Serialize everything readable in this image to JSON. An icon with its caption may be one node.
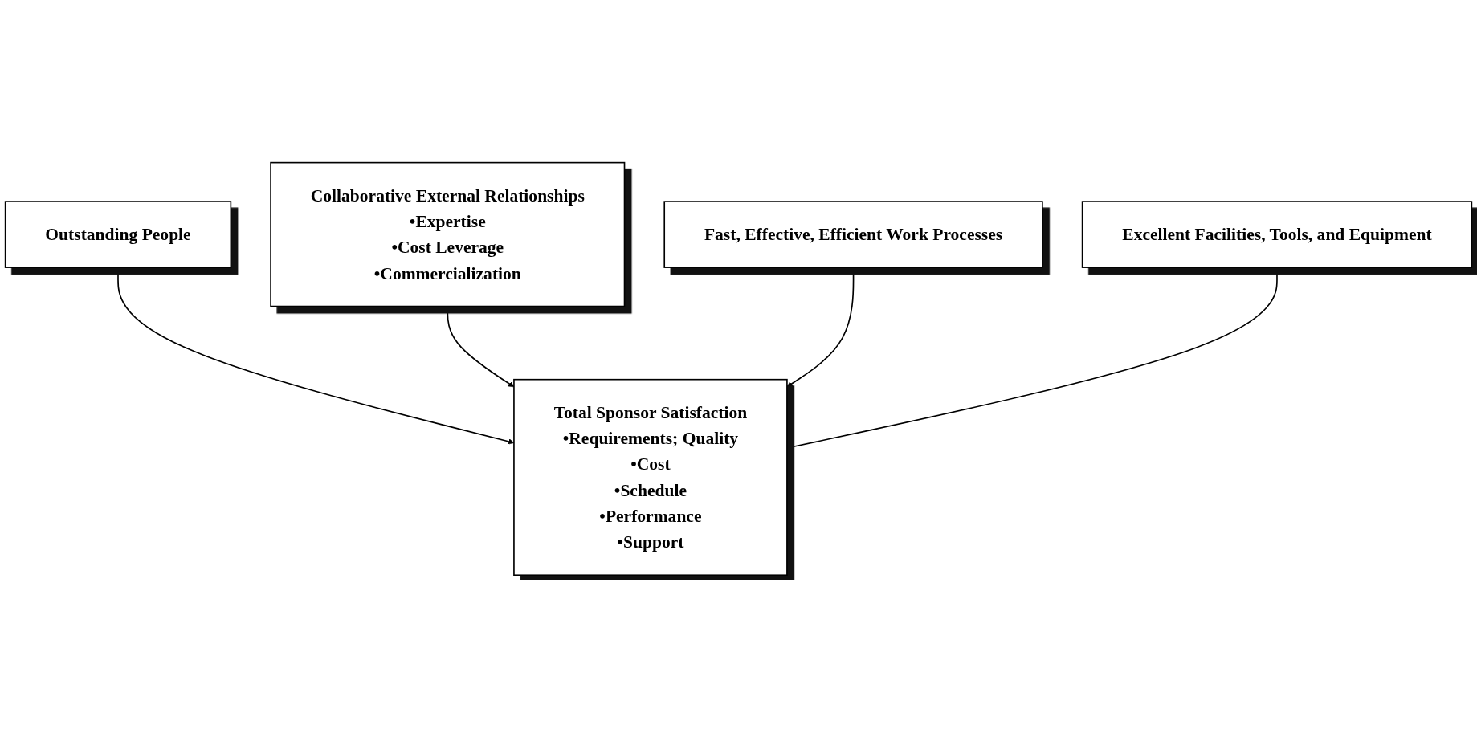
{
  "diagram": {
    "nodes": [
      {
        "text": [
          "Outstanding People"
        ]
      },
      {
        "text": [
          "Collaborative External Relationships",
          "•Expertise",
          "•Cost Leverage",
          "•Commercialization"
        ]
      },
      {
        "text": [
          "Total Sponsor Satisfaction",
          "•Requirements; Quality",
          "•Cost",
          "•Schedule",
          "•Performance",
          "•Support"
        ]
      },
      {
        "text": [
          "Fast, Effective, Efficient Work Processes"
        ]
      },
      {
        "text": [
          "Excellent Facilities, Tools, and Equipment"
        ]
      }
    ],
    "edges": [
      {
        "from": 0,
        "to": 2,
        "arrow": "to"
      },
      {
        "from": 1,
        "to": 2,
        "arrow": "to"
      },
      {
        "from": 3,
        "to": 2,
        "arrow": "to"
      },
      {
        "from": 4,
        "to": 2,
        "arrow": "to"
      }
    ]
  }
}
